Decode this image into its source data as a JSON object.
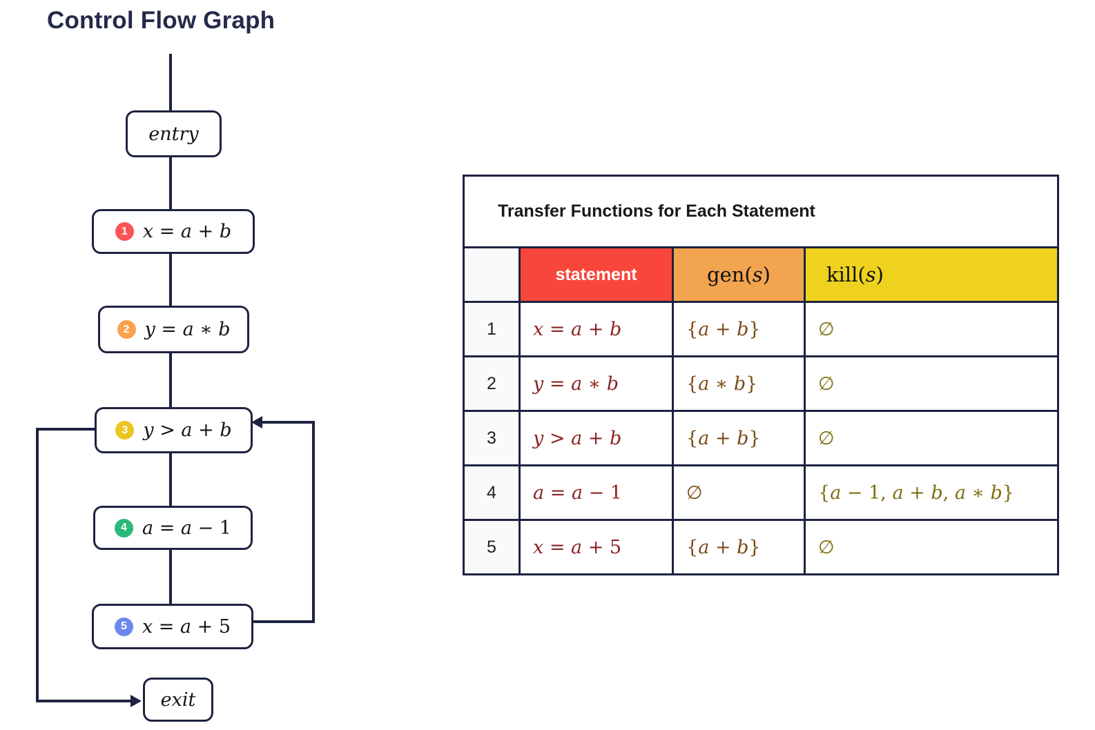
{
  "cfg": {
    "title": "Control Flow Graph",
    "entry_label": "entry",
    "exit_label": "exit",
    "nodes": [
      {
        "num": "1",
        "text": "x = a + b",
        "badge_color": "#fb5454"
      },
      {
        "num": "2",
        "text": "y = a ∗ b",
        "badge_color": "#faa14d"
      },
      {
        "num": "3",
        "text": "y > a + b",
        "badge_color": "#edc51f"
      },
      {
        "num": "4",
        "text": "a = a − 1",
        "badge_color": "#2ab87b"
      },
      {
        "num": "5",
        "text": "x = a + 5",
        "badge_color": "#6b87ec"
      }
    ],
    "edges": [
      "entry→1",
      "1→2",
      "2→3",
      "3→4",
      "4→5",
      "5→3",
      "3→exit"
    ],
    "line_color": "#1d2240"
  },
  "table": {
    "title": "Transfer Functions for Each Statement",
    "columns": [
      "",
      "statement",
      "gen(s)",
      "kill(s)"
    ],
    "rows": [
      {
        "num": "1",
        "statement": "x = a + b",
        "gen": "{a + b}",
        "kill": "∅"
      },
      {
        "num": "2",
        "statement": "y = a ∗ b",
        "gen": "{a ∗ b}",
        "kill": "∅"
      },
      {
        "num": "3",
        "statement": "y > a + b",
        "gen": "{a + b}",
        "kill": "∅"
      },
      {
        "num": "4",
        "statement": "a = a − 1",
        "gen": "∅",
        "kill": "{a − 1, a + b, a ∗ b}"
      },
      {
        "num": "5",
        "statement": "x = a + 5",
        "gen": "{a + b}",
        "kill": "∅"
      }
    ],
    "colors": {
      "statement_header_bg": "#f8463b",
      "gen_header_bg": "#f2a44f",
      "kill_header_bg": "#eed21e",
      "statement_text": "#8c2222",
      "gen_text": "#7b4a16",
      "kill_text": "#7d6e0e",
      "border": "#1d2240"
    }
  }
}
